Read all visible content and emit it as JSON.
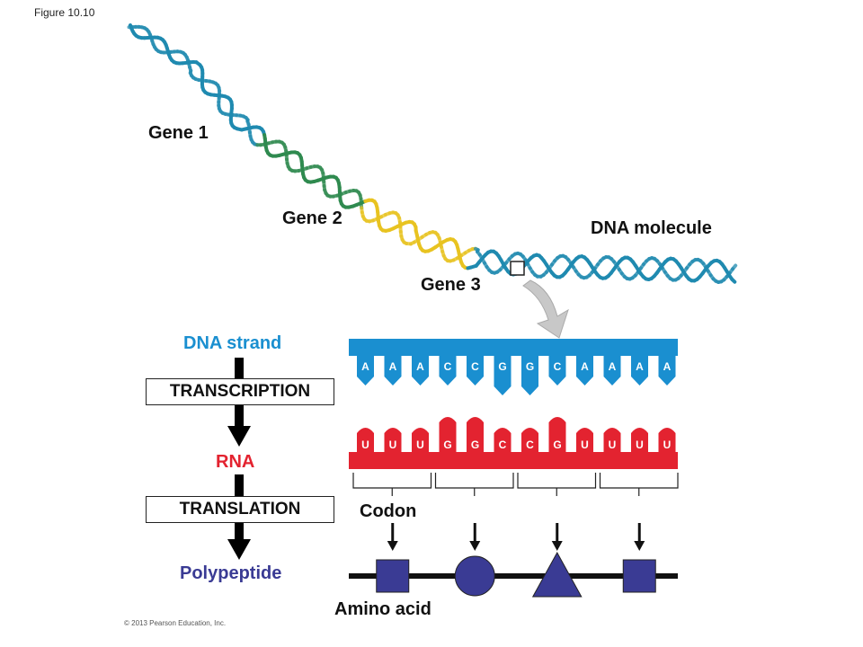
{
  "figure_label": "Figure 10.10",
  "labels": {
    "gene1": "Gene 1",
    "gene2": "Gene 2",
    "gene3": "Gene 3",
    "dna_molecule": "DNA molecule",
    "dna_strand": "DNA strand",
    "rna": "RNA",
    "polypeptide": "Polypeptide",
    "codon": "Codon",
    "amino_acid": "Amino acid"
  },
  "process_steps": {
    "transcription": "TRANSCRIPTION",
    "translation": "TRANSLATION"
  },
  "dna_bases": [
    "A",
    "A",
    "A",
    "C",
    "C",
    "G",
    "G",
    "C",
    "A",
    "A",
    "A",
    "A"
  ],
  "rna_bases": [
    "U",
    "U",
    "U",
    "G",
    "G",
    "C",
    "C",
    "G",
    "U",
    "U",
    "U",
    "U"
  ],
  "amino_acid_shapes": [
    "square",
    "circle",
    "triangle",
    "square"
  ],
  "colors": {
    "dna_blue": "#1a8fd0",
    "rna_red": "#e32330",
    "amino_acid": "#3a3b94",
    "helix_green": "#2f8a4f",
    "helix_yellow": "#e8c320",
    "helix_teal": "#1f8ab0"
  },
  "copyright": "© 2013 Pearson Education, Inc."
}
